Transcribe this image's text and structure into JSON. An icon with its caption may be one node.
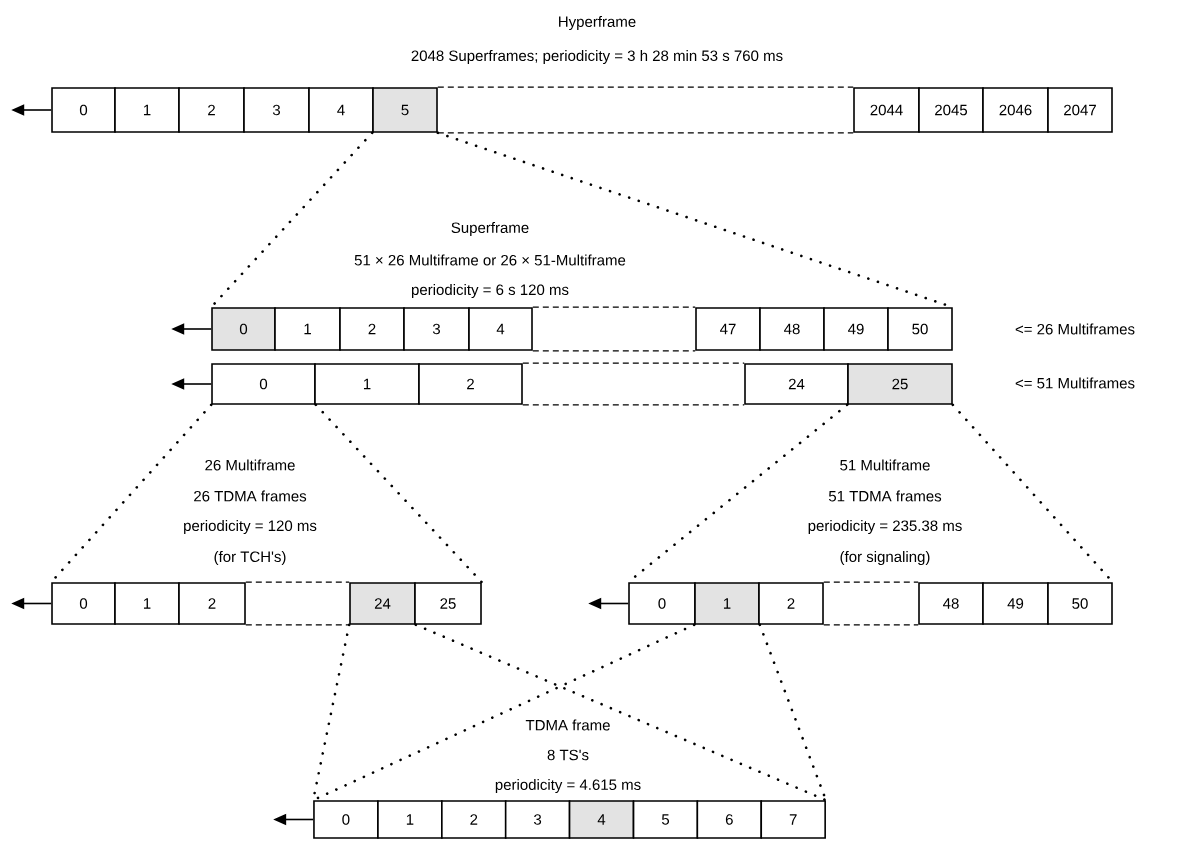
{
  "diagram": {
    "nodes": [
      {
        "text": [
          "0"
        ]
      },
      {
        "text": [
          "1"
        ]
      },
      {
        "text": [
          "2"
        ]
      },
      {
        "text": [
          "3"
        ]
      },
      {
        "text": [
          "4"
        ]
      },
      {
        "text": [
          "5"
        ]
      },
      {
        "text": [
          "2044"
        ]
      },
      {
        "text": [
          "2045"
        ]
      },
      {
        "text": [
          "2046"
        ]
      },
      {
        "text": [
          "2047"
        ]
      },
      {
        "text": [
          "0"
        ]
      },
      {
        "text": [
          "1"
        ]
      },
      {
        "text": [
          "2"
        ]
      },
      {
        "text": [
          "3"
        ]
      },
      {
        "text": [
          "4"
        ]
      },
      {
        "text": [
          "47"
        ]
      },
      {
        "text": [
          "48"
        ]
      },
      {
        "text": [
          "49"
        ]
      },
      {
        "text": [
          "50"
        ]
      },
      {
        "text": [
          "0"
        ]
      },
      {
        "text": [
          "1"
        ]
      },
      {
        "text": [
          "2"
        ]
      },
      {
        "text": [
          "24"
        ]
      },
      {
        "text": [
          "25"
        ]
      },
      {
        "text": [
          "0"
        ]
      },
      {
        "text": [
          "1"
        ]
      },
      {
        "text": [
          "2"
        ]
      },
      {
        "text": [
          "24"
        ]
      },
      {
        "text": [
          "25"
        ]
      },
      {
        "text": [
          "0"
        ]
      },
      {
        "text": [
          "1"
        ]
      },
      {
        "text": [
          "2"
        ]
      },
      {
        "text": [
          "48"
        ]
      },
      {
        "text": [
          "49"
        ]
      },
      {
        "text": [
          "50"
        ]
      },
      {
        "text": [
          "0"
        ]
      },
      {
        "text": [
          "1"
        ]
      },
      {
        "text": [
          "2"
        ]
      },
      {
        "text": [
          "3"
        ]
      },
      {
        "text": [
          "4"
        ]
      },
      {
        "text": [
          "5"
        ]
      },
      {
        "text": [
          "6"
        ]
      },
      {
        "text": [
          "7"
        ]
      }
    ],
    "edges": [
      {
        "from": 0,
        "to": null,
        "arrow": "to"
      },
      {
        "from": 10,
        "to": null,
        "arrow": "to"
      },
      {
        "from": 19,
        "to": null,
        "arrow": "to"
      },
      {
        "from": 24,
        "to": null,
        "arrow": "to"
      },
      {
        "from": 29,
        "to": null,
        "arrow": "to"
      },
      {
        "from": 35,
        "to": null,
        "arrow": "to"
      },
      {
        "from": 5,
        "to": 6,
        "arrow": "none",
        "style": "dashed"
      },
      {
        "from": 5,
        "to": 6,
        "arrow": "none",
        "style": "dashed"
      },
      {
        "from": 14,
        "to": 15,
        "arrow": "none",
        "style": "dashed"
      },
      {
        "from": 14,
        "to": 15,
        "arrow": "none",
        "style": "dashed"
      },
      {
        "from": 21,
        "to": 22,
        "arrow": "none",
        "style": "dashed"
      },
      {
        "from": 21,
        "to": 22,
        "arrow": "none",
        "style": "dashed"
      },
      {
        "from": 26,
        "to": 27,
        "arrow": "none",
        "style": "dashed"
      },
      {
        "from": 26,
        "to": 27,
        "arrow": "none",
        "style": "dashed"
      },
      {
        "from": 31,
        "to": 32,
        "arrow": "none",
        "style": "dashed"
      },
      {
        "from": 31,
        "to": 32,
        "arrow": "none",
        "style": "dashed"
      },
      {
        "from": 5,
        "to": 10,
        "arrow": "none",
        "style": "dashed"
      },
      {
        "from": 5,
        "to": 18,
        "arrow": "none",
        "style": "dashed"
      },
      {
        "from": 19,
        "to": 24,
        "arrow": "none",
        "style": "dashed"
      },
      {
        "from": 19,
        "to": 28,
        "arrow": "none",
        "style": "dashed"
      },
      {
        "from": 23,
        "to": 29,
        "arrow": "none",
        "style": "dashed"
      },
      {
        "from": 23,
        "to": 34,
        "arrow": "none",
        "style": "dashed"
      },
      {
        "from": 27,
        "to": 35,
        "arrow": "none",
        "style": "dashed"
      },
      {
        "from": 27,
        "to": 42,
        "arrow": "none",
        "style": "dashed"
      },
      {
        "from": 30,
        "to": 35,
        "arrow": "none",
        "style": "dashed"
      },
      {
        "from": 30,
        "to": 42,
        "arrow": "none",
        "style": "dashed"
      }
    ],
    "labels": [
      "Hyperframe",
      "2048 Superframes; periodicity = 3 h 28 min 53 s 760 ms",
      "Superframe",
      "51 × 26 Multiframe or 26 × 51-Multiframe",
      "periodicity = 6 s 120 ms",
      "<= 26 Multiframes",
      "<= 51 Multiframes",
      "26 Multiframe",
      "26 TDMA frames",
      "periodicity = 120 ms",
      "(for TCH's)",
      "51 Multiframe",
      "51 TDMA frames",
      "periodicity = 235.38 ms",
      "(for signaling)",
      "TDMA frame",
      "8 TS's",
      "periodicity = 4.615 ms"
    ]
  }
}
